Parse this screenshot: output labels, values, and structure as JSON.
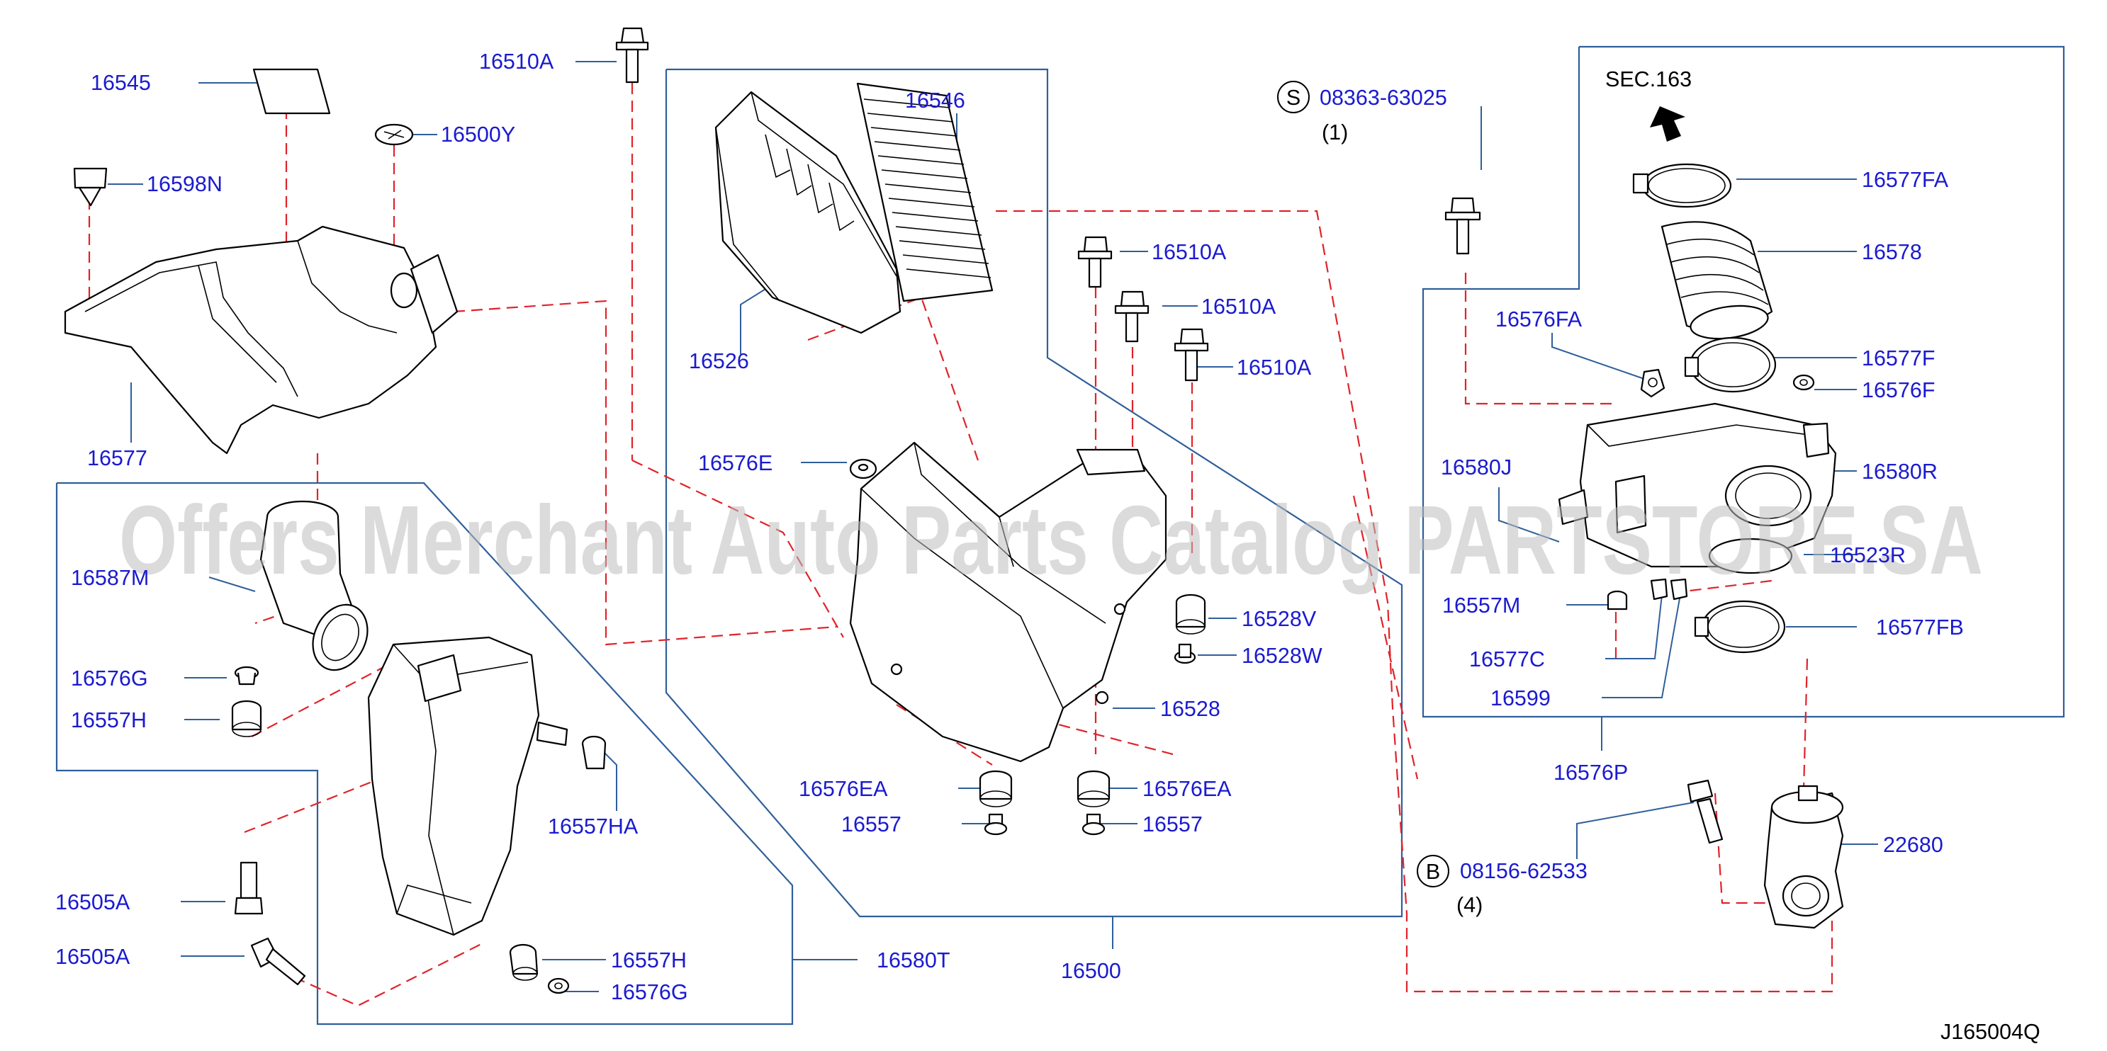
{
  "drawing_code": "J165004Q",
  "watermark": "Offers Merchant Auto Parts Catalog PARTSTORE.SA",
  "section_ref": "SEC.163",
  "screws": [
    {
      "symbol": "S",
      "part": "08363-63025",
      "qty": "(1)"
    },
    {
      "symbol": "B",
      "part": "08156-62533",
      "qty": "(4)"
    }
  ],
  "labels": {
    "p16545": "16545",
    "p16510A_top": "16510A",
    "p16500Y": "16500Y",
    "p16598N": "16598N",
    "p16546": "16546",
    "p16526": "16526",
    "p16577": "16577",
    "p16510A_1": "16510A",
    "p16510A_2": "16510A",
    "p16510A_3": "16510A",
    "p16576E": "16576E",
    "p16587M": "16587M",
    "p16576G_l": "16576G",
    "p16557H_l": "16557H",
    "p16557HA": "16557HA",
    "p16505A_1": "16505A",
    "p16505A_2": "16505A",
    "p16557H_b": "16557H",
    "p16576G_b": "16576G",
    "p16580T": "16580T",
    "p16528V": "16528V",
    "p16528W": "16528W",
    "p16528": "16528",
    "p16576EA_l": "16576EA",
    "p16557_l": "16557",
    "p16576EA_r": "16576EA",
    "p16557_r": "16557",
    "p16500": "16500",
    "p16577FA": "16577FA",
    "p16578": "16578",
    "p16576FA": "16576FA",
    "p16577F": "16577F",
    "p16576F": "16576F",
    "p16580J": "16580J",
    "p16580R": "16580R",
    "p16523R": "16523R",
    "p16557M": "16557M",
    "p16577FB": "16577FB",
    "p16577C": "16577C",
    "p16599": "16599",
    "p16576P": "16576P",
    "p22680": "22680"
  }
}
